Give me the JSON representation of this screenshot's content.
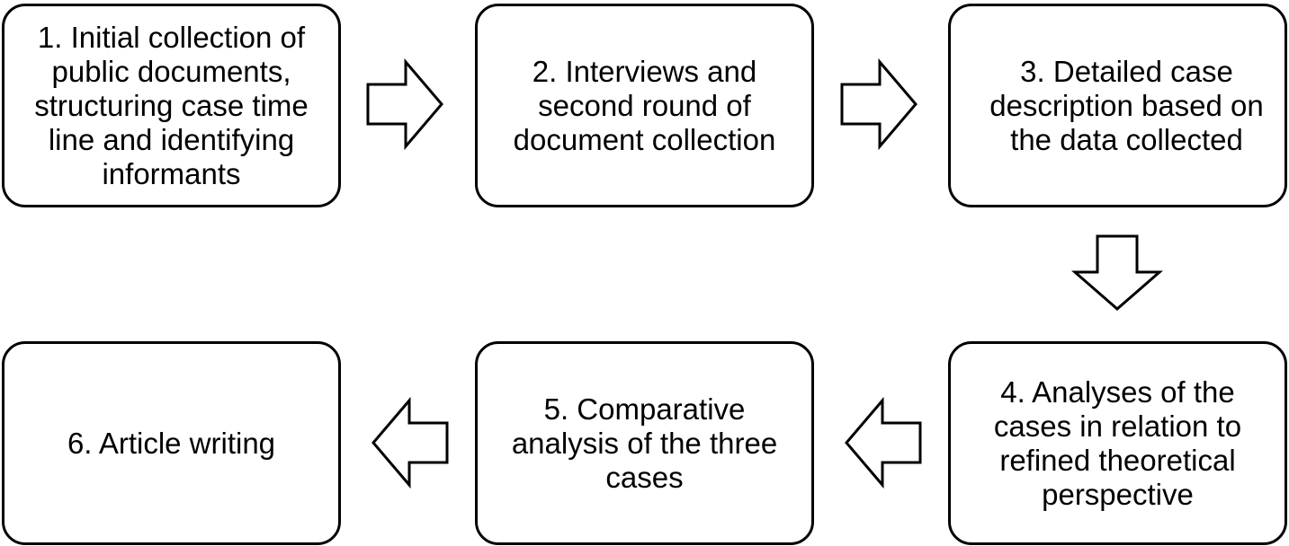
{
  "steps": [
    {
      "id": 1,
      "label": "1. Initial collection of public documents, structuring case time line and identifying informants"
    },
    {
      "id": 2,
      "label": "2. Interviews and second round of document collection"
    },
    {
      "id": 3,
      "label": "3. Detailed case description based on the data collected"
    },
    {
      "id": 4,
      "label": "4. Analyses of the cases in relation to refined theoretical perspective"
    },
    {
      "id": 5,
      "label": "5. Comparative analysis of the three cases"
    },
    {
      "id": 6,
      "label": "6. Article writing"
    }
  ],
  "flow": [
    {
      "from": 1,
      "to": 2,
      "direction": "right"
    },
    {
      "from": 2,
      "to": 3,
      "direction": "right"
    },
    {
      "from": 3,
      "to": 4,
      "direction": "down"
    },
    {
      "from": 4,
      "to": 5,
      "direction": "left"
    },
    {
      "from": 5,
      "to": 6,
      "direction": "left"
    }
  ],
  "colors": {
    "stroke": "#000000",
    "fill": "#ffffff",
    "text": "#000000"
  }
}
